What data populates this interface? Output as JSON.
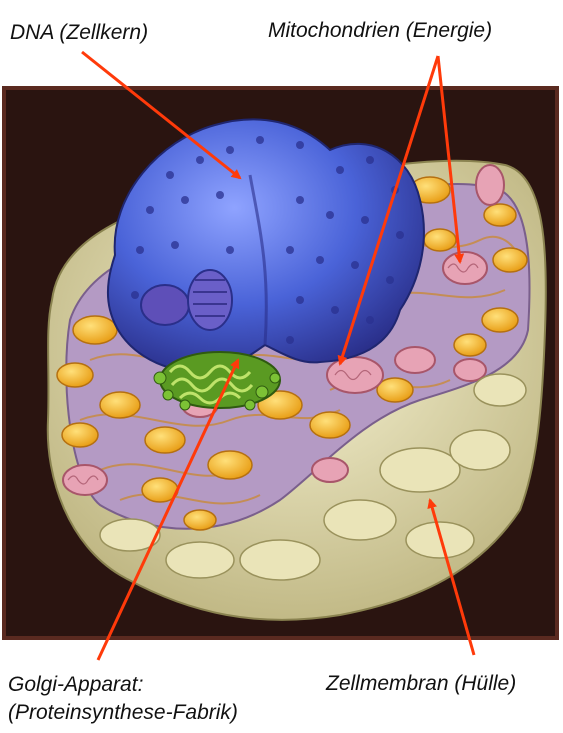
{
  "labels": {
    "dna": "DNA (Zellkern)",
    "mitochondria": "Mitochondrien (Energie)",
    "golgi_line1": "Golgi-Apparat:",
    "golgi_line2": "(Proteinsynthese-Fabrik)",
    "membrane": "Zellmembran (Hülle)"
  },
  "colors": {
    "arrow": "#ff3a0a",
    "background": "#2a1410",
    "nucleus": "#4a63d8",
    "membrane": "#e6e0b0",
    "mitochondria": "#e7a3b5",
    "vesicle": "#f2b420",
    "golgi": "#6ca82a"
  }
}
